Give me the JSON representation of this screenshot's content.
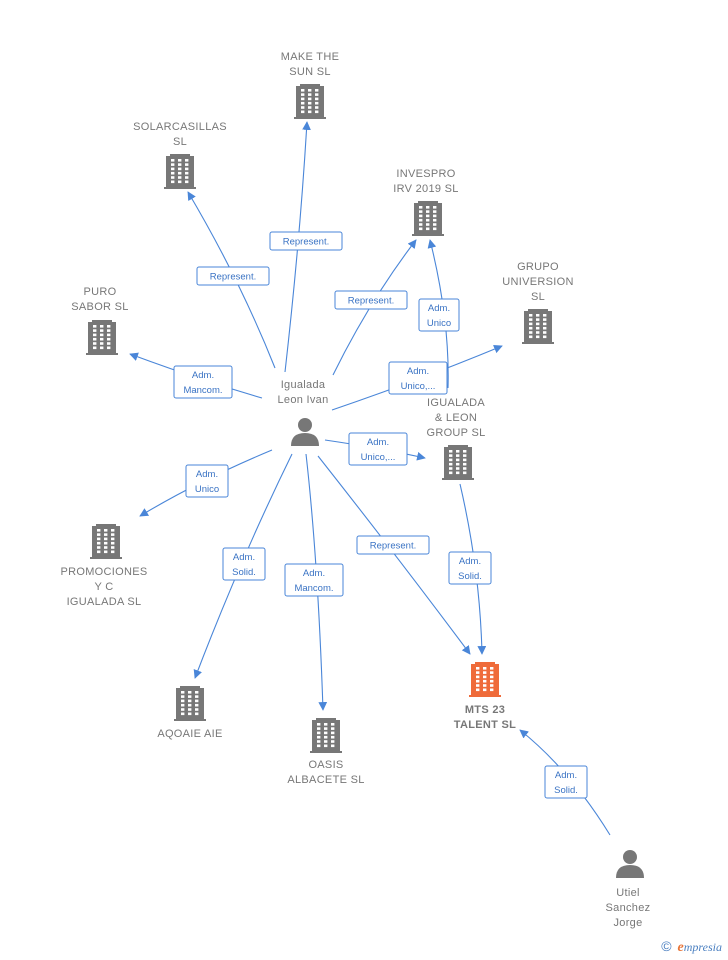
{
  "colors": {
    "edge": "#4a86d8",
    "building": "#777777",
    "building_highlight": "#ef6b3a",
    "person": "#777777",
    "label": "#777777"
  },
  "nodes": [
    {
      "id": "make_the_sun",
      "type": "company",
      "lines": [
        "MAKE THE",
        "SUN  SL"
      ]
    },
    {
      "id": "solarcasillas",
      "type": "company",
      "lines": [
        "SOLARCASILLAS",
        "SL"
      ]
    },
    {
      "id": "invespro",
      "type": "company",
      "lines": [
        "INVESPRO",
        "IRV 2019  SL"
      ]
    },
    {
      "id": "grupo_universion",
      "type": "company",
      "lines": [
        "GRUPO",
        "UNIVERSION",
        "SL"
      ]
    },
    {
      "id": "puro_sabor",
      "type": "company",
      "lines": [
        "PURO",
        "SABOR  SL"
      ]
    },
    {
      "id": "igualada_leon_ivan",
      "type": "person",
      "lines": [
        "Igualada",
        "Leon Ivan"
      ]
    },
    {
      "id": "igualada_leon_group",
      "type": "company",
      "lines": [
        "IGUALADA",
        "& LEON",
        "GROUP  SL"
      ]
    },
    {
      "id": "promociones",
      "type": "company",
      "lines": [
        "PROMOCIONES",
        "Y C",
        "IGUALADA SL"
      ]
    },
    {
      "id": "aqoaie",
      "type": "company",
      "lines": [
        "AQOAIE AIE"
      ]
    },
    {
      "id": "oasis",
      "type": "company",
      "lines": [
        "OASIS",
        "ALBACETE  SL"
      ]
    },
    {
      "id": "mts23",
      "type": "company_highlight",
      "lines": [
        "MTS 23",
        "TALENT  SL"
      ]
    },
    {
      "id": "utiel",
      "type": "person",
      "lines": [
        "Utiel",
        "Sanchez",
        "Jorge"
      ]
    }
  ],
  "edges": [
    {
      "from": "igualada_leon_ivan",
      "to": "make_the_sun",
      "lines": [
        "Represent."
      ]
    },
    {
      "from": "igualada_leon_ivan",
      "to": "solarcasillas",
      "lines": [
        "Represent."
      ]
    },
    {
      "from": "igualada_leon_ivan",
      "to": "invespro",
      "lines": [
        "Represent."
      ]
    },
    {
      "from": "igualada_leon_group",
      "to": "invespro",
      "lines": [
        "Adm.",
        "Unico"
      ]
    },
    {
      "from": "igualada_leon_ivan",
      "to": "grupo_universion",
      "lines": [
        "Adm.",
        "Unico,..."
      ]
    },
    {
      "from": "igualada_leon_ivan",
      "to": "puro_sabor",
      "lines": [
        "Adm.",
        "Mancom."
      ]
    },
    {
      "from": "igualada_leon_ivan",
      "to": "igualada_leon_group",
      "lines": [
        "Adm.",
        "Unico,..."
      ]
    },
    {
      "from": "igualada_leon_ivan",
      "to": "promociones",
      "lines": [
        "Adm.",
        "Unico"
      ]
    },
    {
      "from": "igualada_leon_ivan",
      "to": "aqoaie",
      "lines": [
        "Adm.",
        "Solid."
      ]
    },
    {
      "from": "igualada_leon_ivan",
      "to": "oasis",
      "lines": [
        "Adm.",
        "Mancom."
      ]
    },
    {
      "from": "igualada_leon_ivan",
      "to": "mts23",
      "lines": [
        "Represent."
      ]
    },
    {
      "from": "igualada_leon_group",
      "to": "mts23",
      "lines": [
        "Adm.",
        "Solid."
      ]
    },
    {
      "from": "utiel",
      "to": "mts23",
      "lines": [
        "Adm.",
        "Solid."
      ]
    }
  ],
  "footer": {
    "copyright": "©",
    "brand_initial": "e",
    "brand_rest": "mpresia"
  }
}
